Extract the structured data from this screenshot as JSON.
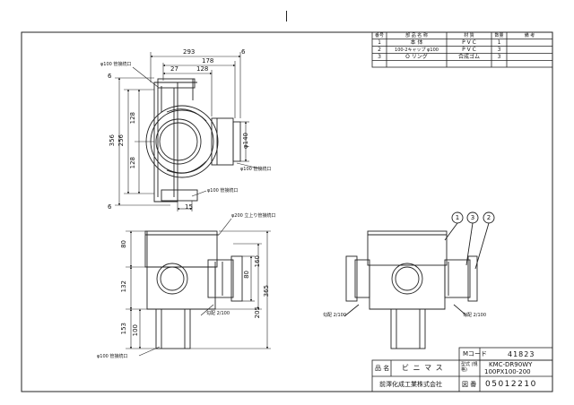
{
  "parts_table": {
    "headers": [
      "番号",
      "部 品 名 称",
      "材 質",
      "数量",
      "備 考"
    ],
    "rows": [
      {
        "no": "1",
        "name": "本 体",
        "material": "P V C",
        "qty": "1",
        "note": ""
      },
      {
        "no": "2",
        "name": "100-2キャップ φ100",
        "material": "P V C",
        "qty": "3",
        "note": ""
      },
      {
        "no": "3",
        "name": "O リング",
        "material": "合成ゴム",
        "qty": "3",
        "note": ""
      }
    ]
  },
  "dimensions": {
    "top_view": {
      "d293": "293",
      "d6_right": "6",
      "d178": "178",
      "d27": "27",
      "d128_h": "128",
      "d6_top": "6",
      "d356": "356",
      "d256": "256",
      "d128_v1": "128",
      "d128_v2": "128",
      "d6_bottom": "6",
      "d15": "15",
      "d140": "φ140"
    },
    "front_view": {
      "d80_top": "80",
      "d132": "132",
      "d153": "153",
      "d100": "100",
      "d80_right": "80",
      "d160": "160",
      "d205": "205",
      "d365": "365"
    }
  },
  "callouts": {
    "top_left_port": "φ100 管接続口",
    "top_right_port": "φ100 管接続口",
    "top_bottom_port": "φ100 管接続口",
    "riser_port": "φ200 立上り管接続口",
    "slope_front": "勾配 2/100",
    "bottom_port": "φ100 管接続口",
    "slope_side": "勾配 2/100"
  },
  "balloons": [
    "1",
    "3",
    "2"
  ],
  "title_block": {
    "m_code_label": "Mコード",
    "m_code_value": "41823",
    "name_label": "品 名",
    "name_value": "ビ ニ マ ス",
    "model_label": "型式 (規格)",
    "model_value_1": "KMC-DR90WY",
    "model_value_2": "100PX100-200",
    "company": "前澤化成工業株式会社",
    "drawing_no_label": "図 番",
    "drawing_no_value": "05012210"
  }
}
